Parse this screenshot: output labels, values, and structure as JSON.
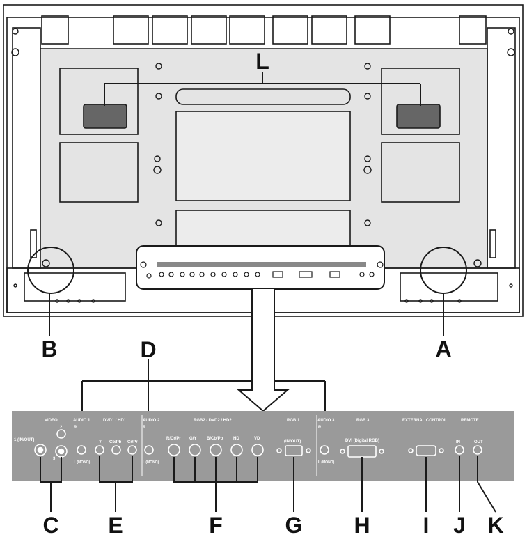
{
  "colors": {
    "outline": "#1a1a1a",
    "panel_fill": "#ffffff",
    "inner_panel": "#e4e4e4",
    "speaker_fill": "#666666",
    "strip_fill": "#9a9a9a",
    "strip_text": "#ffffff"
  },
  "callouts": {
    "A": "A",
    "B": "B",
    "C": "C",
    "D": "D",
    "E": "E",
    "F": "F",
    "G": "G",
    "H": "H",
    "I": "I",
    "J": "J",
    "K": "K",
    "L": "L"
  },
  "panel_labels": {
    "video": "VIDEO",
    "audio1": "AUDIO 1",
    "dvd1_hd1": "DVD1 / HD1",
    "audio2": "AUDIO 2",
    "rgb2_dvd2_hd2": "RGB2 / DVD2 / HD2",
    "rgb1": "RGB 1",
    "audio3": "AUDIO 3",
    "rgb3": "RGB 3",
    "external_control": "EXTERNAL CONTROL",
    "remote": "REMOTE",
    "in_out_1": "1 (IN/OUT)",
    "video_2": "2",
    "video_3": "3",
    "r_a1": "R",
    "l_mono_a1": "L (MONO)",
    "y": "Y",
    "cb_pb": "Cb/Pb",
    "cr_pr": "Cr/Pr",
    "r_a2": "R",
    "l_mono_a2": "L (MONO)",
    "r_cr_pr": "R/Cr/Pr",
    "g_y": "G/Y",
    "b_cb_pb": "B/Cb/Pb",
    "hd": "HD",
    "vd": "VD",
    "rgb1_in_out": "(IN/OUT)",
    "r_a3": "R",
    "l_mono_a3": "L (MONO)",
    "dvi": "DVI (Digital RGB)",
    "remote_in": "IN",
    "remote_out": "OUT"
  }
}
